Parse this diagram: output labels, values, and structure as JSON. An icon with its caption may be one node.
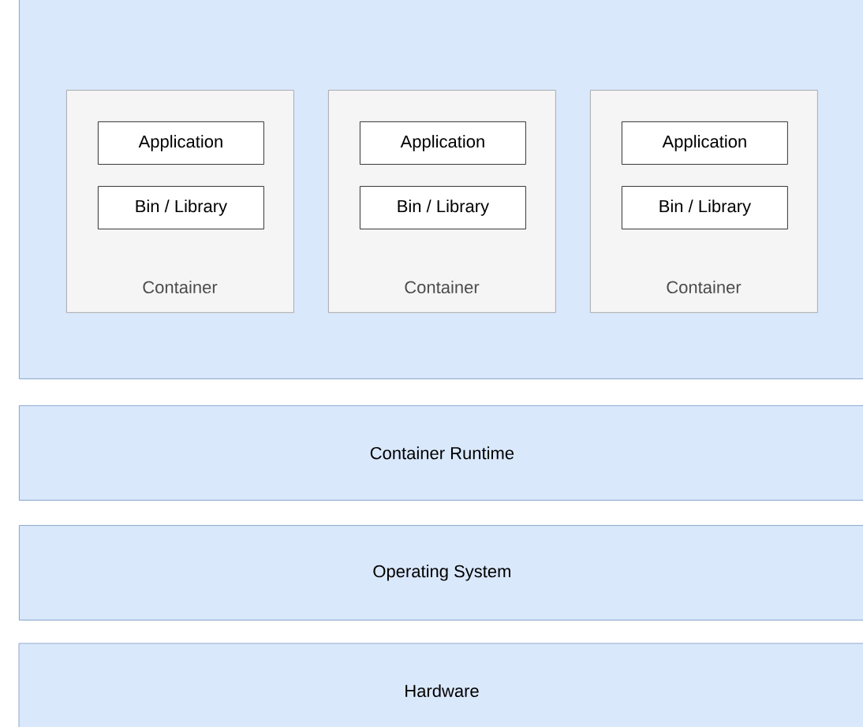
{
  "diagram": {
    "nodes": [
      {
        "text": [],
        "shape": "box"
      },
      {
        "text": [
          "Container"
        ],
        "in": 0
      },
      {
        "text": [
          "Application"
        ],
        "in": 1
      },
      {
        "text": [
          "Bin / Library"
        ],
        "in": 1
      },
      {
        "text": [
          "Container"
        ],
        "in": 0
      },
      {
        "text": [
          "Application"
        ],
        "in": 4
      },
      {
        "text": [
          "Bin / Library"
        ],
        "in": 4
      },
      {
        "text": [
          "Container"
        ],
        "in": 0
      },
      {
        "text": [
          "Application"
        ],
        "in": 7
      },
      {
        "text": [
          "Bin / Library"
        ],
        "in": 7
      },
      {
        "text": [
          "Container Runtime"
        ]
      },
      {
        "text": [
          "Operating System"
        ]
      },
      {
        "text": [
          "Hardware"
        ]
      }
    ]
  }
}
